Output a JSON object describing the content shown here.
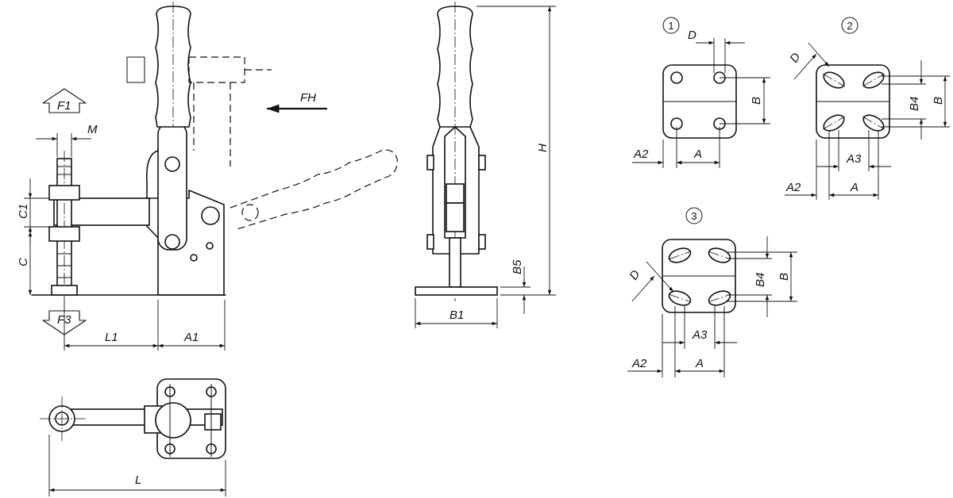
{
  "labels": {
    "F1": "F1",
    "F3": "F3",
    "M": "M",
    "C1": "C1",
    "C": "C",
    "L1": "L1",
    "A1": "A1",
    "FH": "FH",
    "H": "H",
    "B5": "B5",
    "B1": "B1",
    "L": "L",
    "A": "A",
    "A2": "A2",
    "A3": "A3",
    "B": "B",
    "B4": "B4",
    "D": "D"
  },
  "variants": [
    {
      "number": "1"
    },
    {
      "number": "2"
    },
    {
      "number": "3"
    }
  ]
}
